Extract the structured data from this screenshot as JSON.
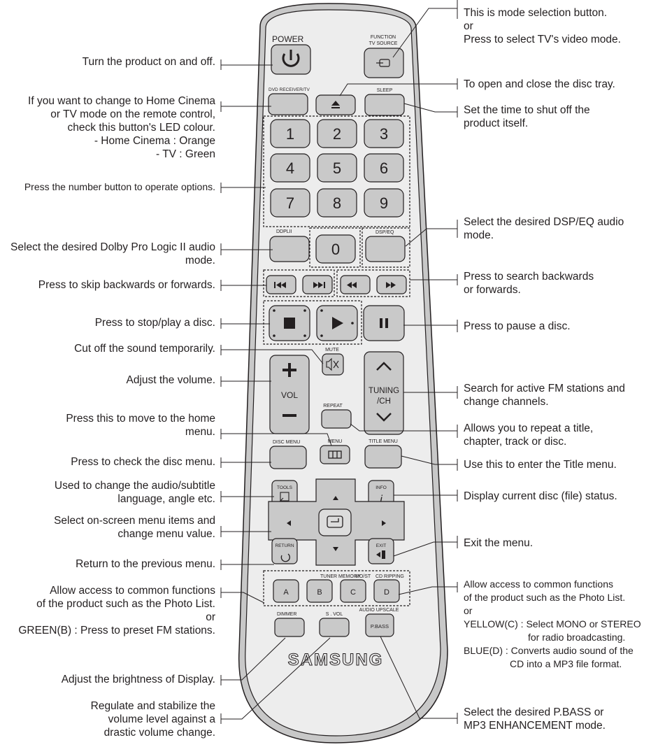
{
  "remote": {
    "brand": "SAMSUNG",
    "labels": {
      "power": "POWER",
      "function": "FUNCTION",
      "tv_source": "TV SOURCE",
      "dvd_receiver_tv": "DVD RECEIVER/TV",
      "sleep": "SLEEP",
      "dolby": "DDPLII",
      "dsp_eq": "DSP/EQ",
      "mute": "MUTE",
      "vol": "VOL",
      "tuning": "TUNING",
      "ch": "/CH",
      "repeat": "REPEAT",
      "disc_menu": "DISC MENU",
      "menu": "MENU",
      "title_menu": "TITLE MENU",
      "tools": "TOOLS",
      "info": "INFO",
      "info_glyph": "i",
      "return": "RETURN",
      "exit": "EXIT",
      "tuner_memory": "TUNER MEMORY",
      "mo_st": "MO/ST",
      "cd_ripping": "CD RIPPING",
      "color_a": "A",
      "color_b": "B",
      "color_c": "C",
      "color_d": "D",
      "dimmer": "DIMMER",
      "s_vol": "S . VOL",
      "audio_upscale": "AUDIO UPSCALE",
      "p_bass": "P.BASS"
    },
    "numbers": [
      "1",
      "2",
      "3",
      "4",
      "5",
      "6",
      "7",
      "8",
      "9",
      "0"
    ]
  },
  "callouts_left": [
    {
      "lines": [
        "Turn the product on and off."
      ]
    },
    {
      "lines": [
        "If you want to change to Home Cinema",
        "or TV mode on the remote control,",
        "check this button's LED colour.",
        "- Home Cinema : Orange",
        "- TV : Green"
      ]
    },
    {
      "lines": [
        "Press the number button to operate options."
      ]
    },
    {
      "lines": [
        "Select the desired Dolby Pro Logic II audio",
        "mode."
      ]
    },
    {
      "lines": [
        "Press to skip backwards or forwards."
      ]
    },
    {
      "lines": [
        "Press to stop/play a disc."
      ]
    },
    {
      "lines": [
        "Cut off the sound temporarily."
      ]
    },
    {
      "lines": [
        "Adjust the volume."
      ]
    },
    {
      "lines": [
        "Press this to move to the home",
        "menu."
      ]
    },
    {
      "lines": [
        "Press to check the disc menu."
      ]
    },
    {
      "lines": [
        "Used to change the audio/subtitle",
        "language, angle etc."
      ]
    },
    {
      "lines": [
        "Select on-screen menu items and",
        "change menu value."
      ]
    },
    {
      "lines": [
        "Return to the previous menu."
      ]
    },
    {
      "lines": [
        "Allow access to common functions",
        "of the product such as the Photo List.",
        "or",
        "GREEN(B) : Press to preset FM stations."
      ]
    },
    {
      "lines": [
        "Adjust the brightness of Display."
      ]
    },
    {
      "lines": [
        "Regulate and stabilize the",
        "volume level against a",
        "drastic volume change."
      ]
    }
  ],
  "callouts_right": [
    {
      "lines": [
        "This is mode selection button.",
        "or",
        "Press to select TV's video mode."
      ]
    },
    {
      "lines": [
        "To open and close the disc tray."
      ]
    },
    {
      "lines": [
        "Set the time to shut off the",
        "product itself."
      ]
    },
    {
      "lines": [
        "Select the desired DSP/EQ audio",
        "mode."
      ]
    },
    {
      "lines": [
        "Press to search backwards",
        "or forwards."
      ]
    },
    {
      "lines": [
        "Press to pause a disc."
      ]
    },
    {
      "lines": [
        "Search for active FM stations and",
        "change channels."
      ]
    },
    {
      "lines": [
        "Allows you to repeat a title,",
        "chapter, track or disc."
      ]
    },
    {
      "lines": [
        "Use this to enter the Title menu."
      ]
    },
    {
      "lines": [
        "Display current disc (file) status."
      ]
    },
    {
      "lines": [
        "Exit the menu."
      ]
    },
    {
      "lines": [
        "Allow access to common functions",
        "of the product such as the Photo List.",
        "or",
        "YELLOW(C) : Select MONO or STEREO",
        "for radio broadcasting.",
        "BLUE(D) : Converts audio sound of the",
        "CD into a MP3 file format."
      ]
    },
    {
      "lines": [
        "Select the desired P.BASS or",
        "MP3 ENHANCEMENT mode."
      ]
    }
  ]
}
